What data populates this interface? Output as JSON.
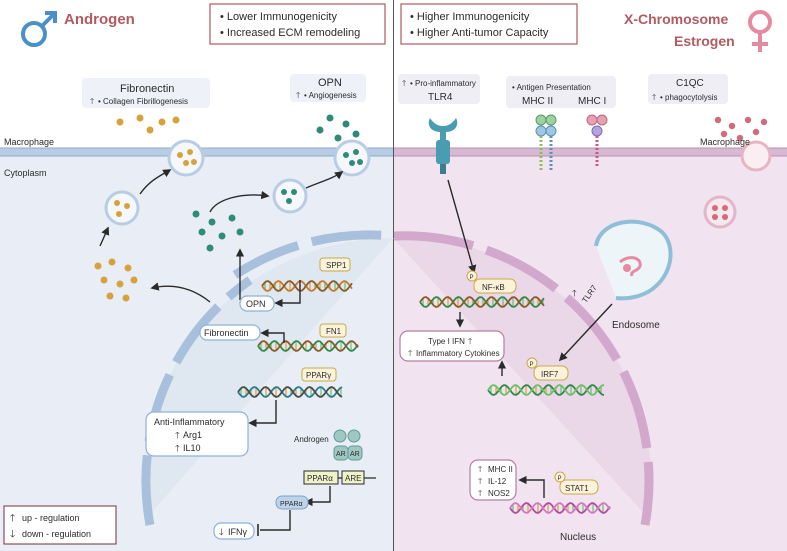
{
  "left_panel": {
    "title": "Androgen",
    "sex_symbol": "male-symbol",
    "summary": [
      "• Lower Immunogenicity",
      "• Increased  ECM remodeling"
    ],
    "fibronectin_box": {
      "title": "Fibronectin",
      "sub": "• Collagen Fibrillogenesis"
    },
    "opn_box": {
      "title": "OPN",
      "sub": "• Angiogenesis"
    },
    "membrane_label": "Macrophage",
    "cytoplasm_label": "Cytoplasm",
    "genes": {
      "spp1": "SPP1",
      "fn1": "FN1",
      "pparg": "PPARγ",
      "pparalpha": "PPARα"
    },
    "products": {
      "opn": "OPN",
      "fibronectin": "Fibronectin"
    },
    "anti_inflammatory": [
      "Anti-Inflammatory",
      "Arg1",
      "IL10"
    ],
    "androgen_label": "Androgen",
    "ar_label": "AR",
    "are_label": "ARE",
    "ifn_label": "IFNγ"
  },
  "right_panel": {
    "title_line1": "X-Chromosome",
    "title_line2": "Estrogen",
    "sex_symbol": "female-symbol",
    "summary": [
      "• Higher  Immunogenicity",
      "• Higher Anti-tumor Capacity"
    ],
    "receptors": {
      "tlr4": {
        "title": "TLR4",
        "sub": "• Pro-inflammatory"
      },
      "mhc": {
        "sub": "• Antigen Presentation",
        "mhc1": "MHC I",
        "mhc2": "MHC II"
      },
      "c1qc": {
        "title": "C1QC",
        "sub": "• phagocytolysis"
      }
    },
    "nfkb_label": "NF-κB",
    "p_label": "P",
    "type1_box": [
      "Type I IFN",
      "Inflammatory Cytokines"
    ],
    "tlr7_label": "TLR7",
    "endosome_label": "Endosome",
    "irf7_label": "IRF7",
    "stat1_label": "STAT1",
    "mhc_box": [
      "MHC II",
      "IL-12",
      "NOS2"
    ],
    "nucleus_label": "Nucleus"
  },
  "legend": {
    "up": "up - regulation",
    "down": "down - regulation"
  },
  "colors": {
    "up_arrow": "#8a4a1e",
    "down_arrow": "#3a5d9b",
    "left_bg": "#e9eef6",
    "right_bg": "#f1e4f0",
    "title_red": "#b25a5f",
    "male_blue": "#4a90c8",
    "female_pink": "#e58aa0",
    "gold": "#d6a23c",
    "teal": "#2f8a7a",
    "pink_dot": "#d26a7a"
  }
}
